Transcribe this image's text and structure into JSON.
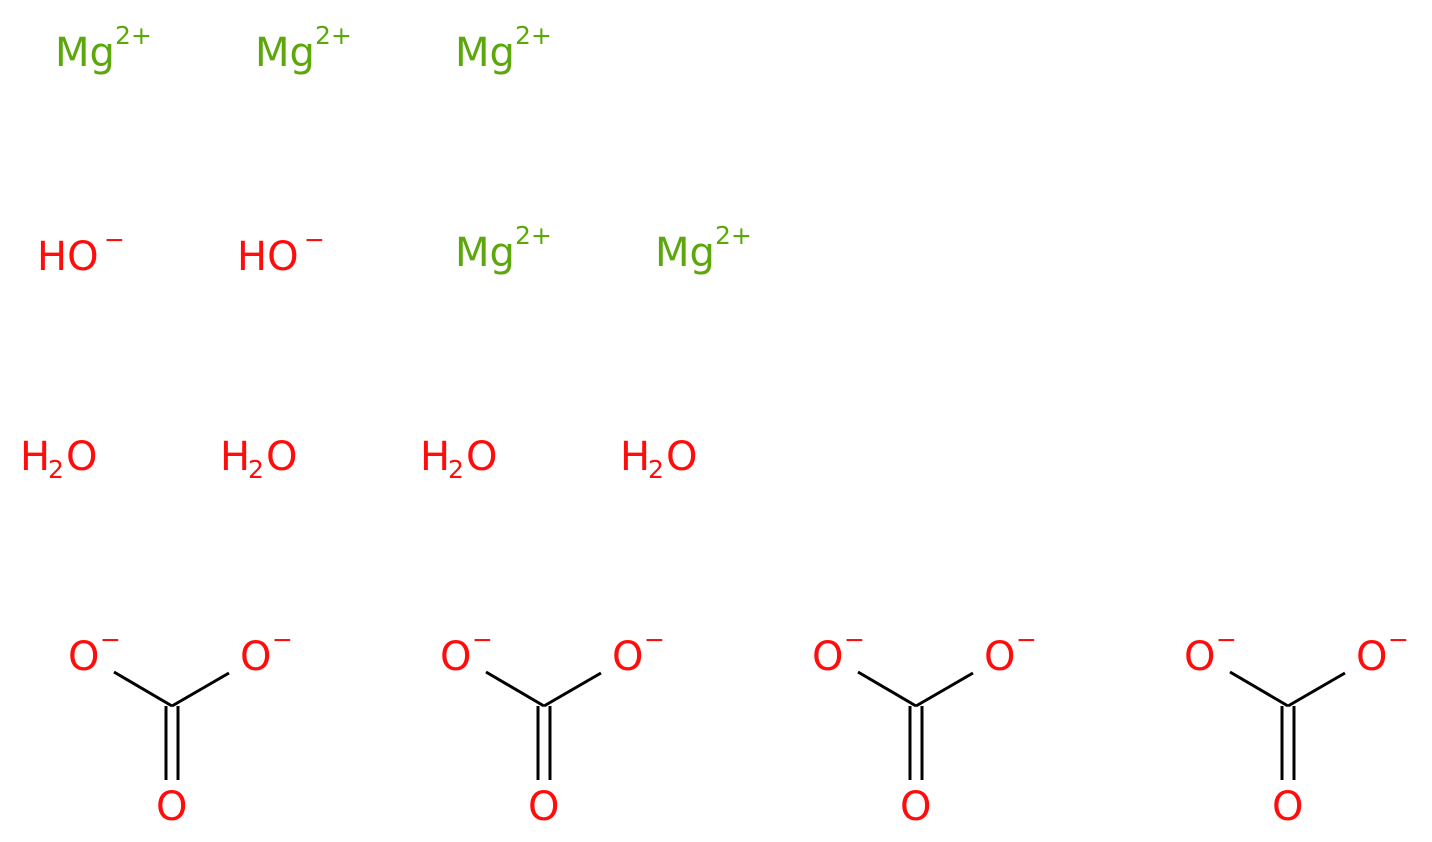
{
  "colors": {
    "magnesium": "#5ca80c",
    "oxygen": "#ff0d0d",
    "bond": "#000000",
    "background": "#ffffff"
  },
  "mg_ion": {
    "symbol": "Mg",
    "charge": "2+"
  },
  "hydroxide": {
    "symbol": "HO",
    "charge": "−"
  },
  "water": {
    "h": "H",
    "sub": "2",
    "o": "O"
  },
  "carbonate": {
    "o_symbol": "O",
    "o_charge": "−",
    "double_o": "O"
  },
  "counts": {
    "magnesium_ions": 5,
    "hydroxide_ions": 2,
    "water_molecules": 4,
    "carbonate_ions": 4
  }
}
